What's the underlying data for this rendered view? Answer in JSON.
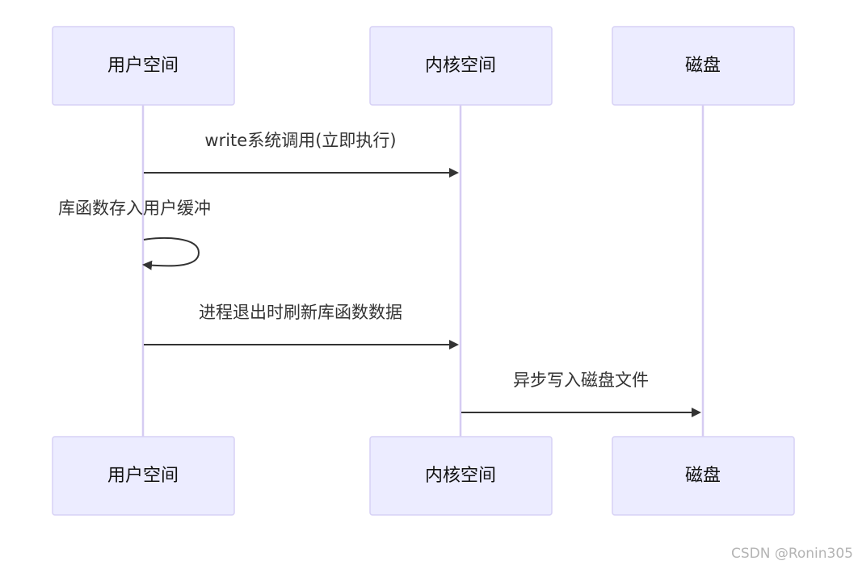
{
  "actors": [
    {
      "id": "user",
      "label": "用户空间"
    },
    {
      "id": "kernel",
      "label": "内核空间"
    },
    {
      "id": "disk",
      "label": "磁盘"
    }
  ],
  "messages": [
    {
      "from": "user",
      "to": "kernel",
      "label": "write系统调用(立即执行)"
    },
    {
      "from": "user",
      "to": "user",
      "label": "库函数存入用户缓冲"
    },
    {
      "from": "user",
      "to": "kernel",
      "label": "进程退出时刷新库函数数据"
    },
    {
      "from": "kernel",
      "to": "disk",
      "label": "异步写入磁盘文件"
    }
  ],
  "watermark": "CSDN @Ronin305"
}
